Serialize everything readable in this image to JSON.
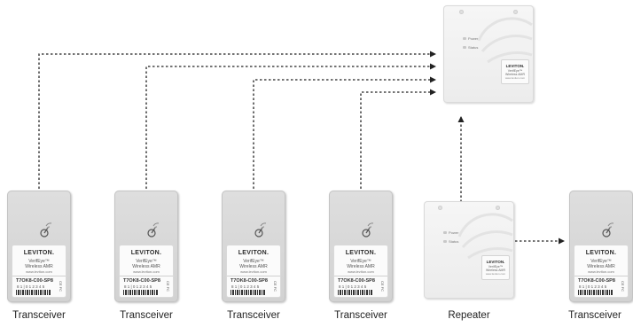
{
  "diagram": {
    "nodes": [
      {
        "id": "transceiver-1",
        "caption": "Transceiver"
      },
      {
        "id": "transceiver-2",
        "caption": "Transceiver"
      },
      {
        "id": "transceiver-3",
        "caption": "Transceiver"
      },
      {
        "id": "transceiver-4",
        "caption": "Transceiver"
      },
      {
        "id": "repeater-1",
        "caption": "Repeater"
      },
      {
        "id": "transceiver-5",
        "caption": "Transceiver"
      },
      {
        "id": "repeater-top",
        "caption": ""
      }
    ],
    "edges": [
      {
        "from": "transceiver-1",
        "to": "repeater-top",
        "style": "dashed"
      },
      {
        "from": "transceiver-2",
        "to": "repeater-top",
        "style": "dashed"
      },
      {
        "from": "transceiver-3",
        "to": "repeater-top",
        "style": "dashed"
      },
      {
        "from": "transceiver-4",
        "to": "repeater-top",
        "style": "dashed"
      },
      {
        "from": "repeater-1",
        "to": "repeater-top",
        "style": "dashed"
      },
      {
        "from": "repeater-1",
        "to": "transceiver-5",
        "style": "dashed"
      }
    ]
  },
  "transceiver_label": {
    "brand": "LEVITON.",
    "product": "VerifEye™",
    "subtitle": "Wireless AMR",
    "url": "www.leviton.com",
    "model": "T7OK8-C00-SP8",
    "serial": "8 1 | 0 1 2 3 4 5",
    "certification": "CE FC"
  },
  "repeater_label": {
    "brand": "LEVITON.",
    "product": "VerifEye™",
    "subtitle": "Wireless AMR",
    "url": "www.leviton.com",
    "led_power": "Power",
    "led_status": "Status"
  },
  "colors": {
    "connector": "#222222",
    "device_body": "#d6d6d6",
    "repeater_body": "#f1f1f1",
    "caption_text": "#222222"
  }
}
